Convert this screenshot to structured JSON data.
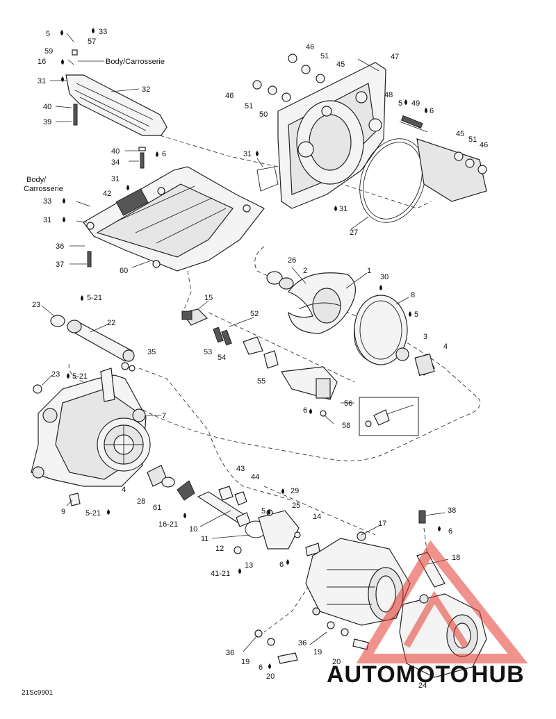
{
  "labels": {
    "body_top": "Body/Carrosserie",
    "body_left_1": "Body/",
    "body_left_2": "Carrosserie",
    "code": "21Sc9901"
  },
  "callouts": [
    {
      "id": "c5a",
      "text": "5"
    },
    {
      "id": "c33a",
      "text": "33"
    },
    {
      "id": "c57",
      "text": "57"
    },
    {
      "id": "c59",
      "text": "59"
    },
    {
      "id": "c16",
      "text": "16"
    },
    {
      "id": "c31a",
      "text": "31"
    },
    {
      "id": "c32",
      "text": "32"
    },
    {
      "id": "c40a",
      "text": "40"
    },
    {
      "id": "c39",
      "text": "39"
    },
    {
      "id": "c40b",
      "text": "40"
    },
    {
      "id": "c6a",
      "text": "6"
    },
    {
      "id": "c34",
      "text": "34"
    },
    {
      "id": "c31b",
      "text": "31"
    },
    {
      "id": "c42",
      "text": "42"
    },
    {
      "id": "c33b",
      "text": "33"
    },
    {
      "id": "c31c",
      "text": "31"
    },
    {
      "id": "c36a",
      "text": "36"
    },
    {
      "id": "c37",
      "text": "37"
    },
    {
      "id": "c60",
      "text": "60"
    },
    {
      "id": "c46a",
      "text": "46"
    },
    {
      "id": "c51a",
      "text": "51"
    },
    {
      "id": "c47",
      "text": "47"
    },
    {
      "id": "c45a",
      "text": "45"
    },
    {
      "id": "c46b",
      "text": "46"
    },
    {
      "id": "c51b",
      "text": "51"
    },
    {
      "id": "c50",
      "text": "50"
    },
    {
      "id": "c48",
      "text": "48"
    },
    {
      "id": "c5b",
      "text": "5"
    },
    {
      "id": "c49",
      "text": "49"
    },
    {
      "id": "c6b",
      "text": "6"
    },
    {
      "id": "c45b",
      "text": "45"
    },
    {
      "id": "c51c",
      "text": "51"
    },
    {
      "id": "c46c",
      "text": "46"
    },
    {
      "id": "c31d",
      "text": "31"
    },
    {
      "id": "c31e",
      "text": "31"
    },
    {
      "id": "c27",
      "text": "27"
    },
    {
      "id": "c26",
      "text": "26"
    },
    {
      "id": "c2",
      "text": "2"
    },
    {
      "id": "c1",
      "text": "1"
    },
    {
      "id": "c30",
      "text": "30"
    },
    {
      "id": "c8",
      "text": "8"
    },
    {
      "id": "c5c",
      "text": "5"
    },
    {
      "id": "c3",
      "text": "3"
    },
    {
      "id": "c4a",
      "text": "4"
    },
    {
      "id": "c23a",
      "text": "23"
    },
    {
      "id": "c521a",
      "text": "5-21"
    },
    {
      "id": "c22",
      "text": "22"
    },
    {
      "id": "c15",
      "text": "15"
    },
    {
      "id": "c52",
      "text": "52"
    },
    {
      "id": "c53",
      "text": "53"
    },
    {
      "id": "c54",
      "text": "54"
    },
    {
      "id": "c35",
      "text": "35"
    },
    {
      "id": "c55",
      "text": "55"
    },
    {
      "id": "c23b",
      "text": "23"
    },
    {
      "id": "c521b",
      "text": "5-21"
    },
    {
      "id": "c56",
      "text": "56"
    },
    {
      "id": "c7",
      "text": "7"
    },
    {
      "id": "c6c",
      "text": "6"
    },
    {
      "id": "c58",
      "text": "58"
    },
    {
      "id": "c43",
      "text": "43"
    },
    {
      "id": "c44",
      "text": "44"
    },
    {
      "id": "c4b",
      "text": "4"
    },
    {
      "id": "c28",
      "text": "28"
    },
    {
      "id": "c9",
      "text": "9"
    },
    {
      "id": "c521c",
      "text": "5-21"
    },
    {
      "id": "c61",
      "text": "61"
    },
    {
      "id": "c1621",
      "text": "16-21"
    },
    {
      "id": "c10",
      "text": "10"
    },
    {
      "id": "c29",
      "text": "29"
    },
    {
      "id": "c5d",
      "text": "5"
    },
    {
      "id": "c25",
      "text": "25"
    },
    {
      "id": "c14",
      "text": "14"
    },
    {
      "id": "c11",
      "text": "11"
    },
    {
      "id": "c12",
      "text": "12"
    },
    {
      "id": "c13",
      "text": "13"
    },
    {
      "id": "c6d",
      "text": "6"
    },
    {
      "id": "c4121",
      "text": "41-21"
    },
    {
      "id": "c17",
      "text": "17"
    },
    {
      "id": "c38",
      "text": "38"
    },
    {
      "id": "c6e",
      "text": "6"
    },
    {
      "id": "c18",
      "text": "18"
    },
    {
      "id": "c36b",
      "text": "36"
    },
    {
      "id": "c19a",
      "text": "19"
    },
    {
      "id": "c36c",
      "text": "36"
    },
    {
      "id": "c19b",
      "text": "19"
    },
    {
      "id": "c20a",
      "text": "20"
    },
    {
      "id": "c6f",
      "text": "6"
    },
    {
      "id": "c20b",
      "text": "20"
    },
    {
      "id": "c24",
      "text": "24"
    }
  ],
  "watermark": {
    "word_part1": "AUTOMOTO",
    "word_part2": "HUB",
    "color_part1": "#f2a516",
    "color_part2": "#777777",
    "triangle_color": "#e23b2e"
  }
}
